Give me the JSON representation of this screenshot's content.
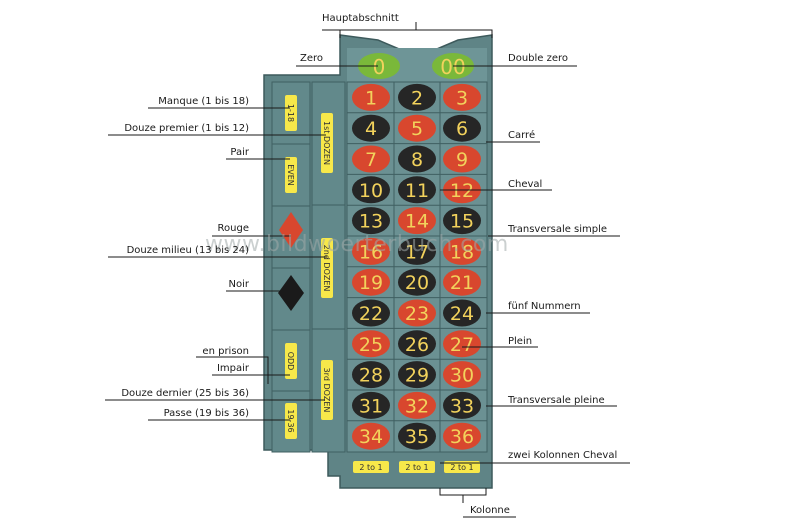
{
  "labels": {
    "top": "Hauptabschnitt",
    "bottom": "Kolonne",
    "left": [
      "Zero",
      "Manque (1 bis 18)",
      "Douze premier (1 bis 12)",
      "Pair",
      "Rouge",
      "Douze milieu (13 bis 24)",
      "Noir",
      "en prison",
      "Impair",
      "Douze dernier (25 bis 36)",
      "Passe (19 bis 36)"
    ],
    "right": [
      "Double zero",
      "Carré",
      "Cheval",
      "Transversale simple",
      "fünf Nummern",
      "Plein",
      "Transversale pleine",
      "zwei Kolonnen Cheval"
    ]
  },
  "table": {
    "zeros": [
      "0",
      "00"
    ],
    "numbers": [
      [
        "1",
        "2",
        "3"
      ],
      [
        "4",
        "5",
        "6"
      ],
      [
        "7",
        "8",
        "9"
      ],
      [
        "10",
        "11",
        "12"
      ],
      [
        "13",
        "14",
        "15"
      ],
      [
        "16",
        "17",
        "18"
      ],
      [
        "19",
        "20",
        "21"
      ],
      [
        "22",
        "23",
        "24"
      ],
      [
        "25",
        "26",
        "27"
      ],
      [
        "28",
        "29",
        "30"
      ],
      [
        "31",
        "32",
        "33"
      ],
      [
        "34",
        "35",
        "36"
      ]
    ],
    "red_numbers": [
      "1",
      "3",
      "5",
      "7",
      "9",
      "12",
      "14",
      "16",
      "18",
      "19",
      "21",
      "23",
      "25",
      "27",
      "30",
      "32",
      "34",
      "36"
    ],
    "outside_bets": [
      "1-18",
      "EVEN",
      "ODD",
      "19-36"
    ],
    "dozens": [
      "1st DOZEN",
      "2nd DOZEN",
      "3rd DOZEN"
    ],
    "columns": [
      "2 to 1",
      "2 to 1",
      "2 to 1"
    ]
  },
  "watermark": "www.bildwoerterbuch.com",
  "colors": {
    "felt": "#5f8486",
    "felt_dark": "#4b6d70",
    "red": "#d8472e",
    "black": "#262626",
    "number_text": "#f2d25c",
    "zero_green": "#7ab83a",
    "badge_yellow": "#f7e84a"
  }
}
